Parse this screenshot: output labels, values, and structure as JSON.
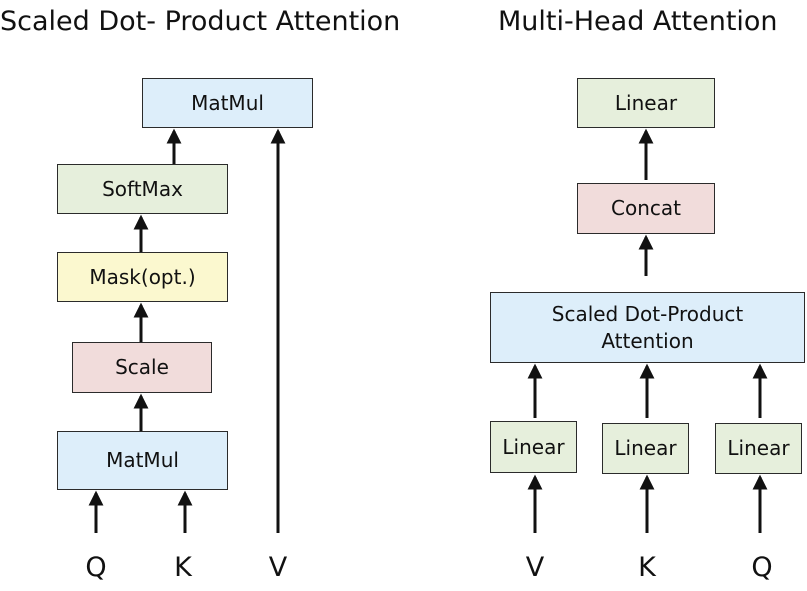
{
  "left": {
    "title": "Scaled Dot- Product Attention",
    "matmul_top": "MatMul",
    "softmax": "SoftMax",
    "mask": "Mask(opt.)",
    "scale": "Scale",
    "matmul_bottom": "MatMul",
    "inputs": [
      "Q",
      "K",
      "V"
    ]
  },
  "right": {
    "title": "Multi-Head Attention",
    "linear_top": "Linear",
    "concat": "Concat",
    "attention_line1": "Scaled Dot-Product",
    "attention_line2": "Attention",
    "linears": [
      "Linear",
      "Linear",
      "Linear"
    ],
    "inputs": [
      "V",
      "K",
      "Q"
    ]
  },
  "colors": {
    "matmul_fill": "#ddeefa",
    "softmax_fill": "#e6efdc",
    "mask_fill": "#fbf8cf",
    "scale_fill": "#f1dcdb",
    "linear_fill": "#e6efdc",
    "concat_fill": "#f1dcdb",
    "attention_fill": "#ddeefa"
  }
}
